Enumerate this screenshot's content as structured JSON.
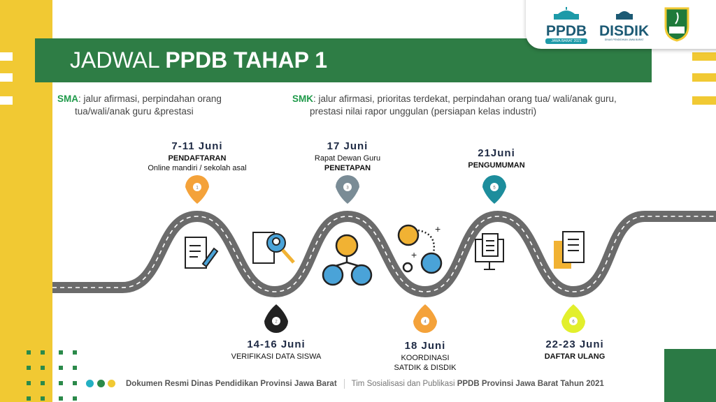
{
  "title": {
    "light": "JADWAL",
    "bold": "PPDB TAHAP 1"
  },
  "logos": {
    "ppdb": "PPDB",
    "ppdb_sub": "JAWA BARAT 2021",
    "disdik": "DISDIK",
    "disdik_sub": "DINAS PENDIDIKAN JAWA BARAT"
  },
  "sma": {
    "key": "SMA",
    "line1": ": jalur afirmasi, perpindahan  orang",
    "line2": "tua/wali/anak  guru &prestasi"
  },
  "smk": {
    "key": "SMK",
    "line1": ": jalur afirmasi, prioritas terdekat, perpindahan orang tua/ wali/anak  guru,",
    "line2": "prestasi nilai rapor unggulan (persiapan kelas industri)"
  },
  "steps": [
    {
      "num": "1",
      "date": "7-11 Juni",
      "title": "PENDAFTARAN",
      "sub": "Online mandiri / sekolah asal",
      "color": "#f4a23a"
    },
    {
      "num": "2",
      "date": "14-16 Juni",
      "title": "VERIFIKASI DATA SISWA",
      "color": "#222222"
    },
    {
      "num": "3",
      "date": "17 Juni",
      "pre": "Rapat Dewan Guru",
      "title": "PENETAPAN",
      "color": "#7a8c96"
    },
    {
      "num": "4",
      "date": "18 Juni",
      "title": "KOORDINASI",
      "sub": "SATDIK & DISDIK",
      "color": "#f4a23a"
    },
    {
      "num": "5",
      "date": "21Juni",
      "title": "PENGUMUMAN",
      "color": "#1d8d9c"
    },
    {
      "num": "6",
      "date": "22-23 Juni",
      "title": "DAFTAR ULANG",
      "color": "#e2ef2c"
    }
  ],
  "footer": {
    "left": "Dokumen Resmi Dinas Pendidikan Provinsi Jawa Barat",
    "right_pre": "Tim Sosialisasi dan Publikasi ",
    "right_bold": "PPDB Provinsi Jawa Barat Tahun 2021"
  },
  "colors": {
    "green": "#2e7d45",
    "yellow": "#f1c933"
  }
}
